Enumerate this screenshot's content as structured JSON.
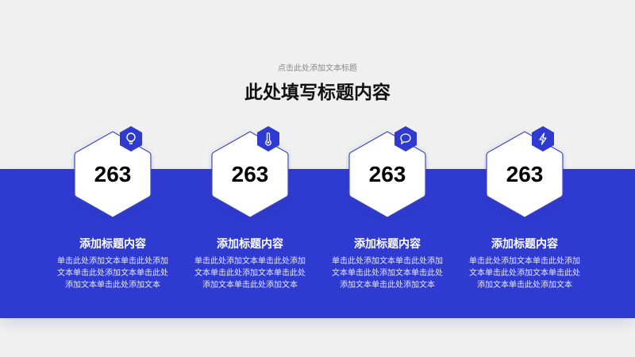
{
  "header": {
    "subtitle": "点击此处添加文本标题",
    "title": "此处填写标题内容"
  },
  "colors": {
    "accent": "#2f3bd0",
    "background": "#f0f0f0"
  },
  "cards": [
    {
      "value": "263",
      "icon": "lightbulb-icon",
      "title": "添加标题内容",
      "desc": [
        "单击此处添加文本单击此处添加",
        "文本单击此处添加文本单击此处",
        "添加文本单击此处添加文本"
      ]
    },
    {
      "value": "263",
      "icon": "thermometer-icon",
      "title": "添加标题内容",
      "desc": [
        "单击此处添加文本单击此处添加",
        "文本单击此处添加文本单击此处",
        "添加文本单击此处添加文本"
      ]
    },
    {
      "value": "263",
      "icon": "chat-bubble-icon",
      "title": "添加标题内容",
      "desc": [
        "单击此处添加文本单击此处添加",
        "文本单击此处添加文本单击此处",
        "添加文本单击此处添加文本"
      ]
    },
    {
      "value": "263",
      "icon": "lightning-icon",
      "title": "添加标题内容",
      "desc": [
        "单击此处添加文本单击此处添加",
        "文本单击此处添加文本单击此处",
        "添加文本单击此处添加文本"
      ]
    }
  ]
}
